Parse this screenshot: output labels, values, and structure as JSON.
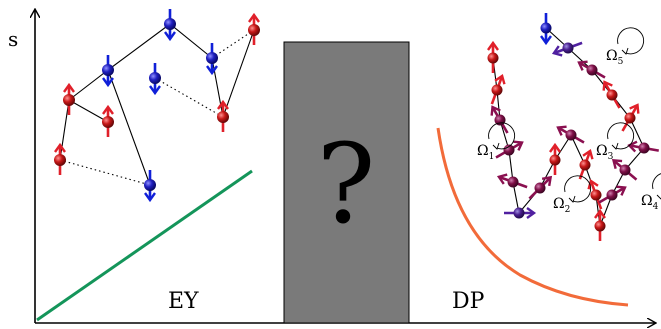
{
  "axis": {
    "y_label": "s"
  },
  "left_panel": {
    "label": "EY",
    "line_color": "#14955a"
  },
  "middle_panel": {
    "symbol": "?",
    "fill": "#7a7a7a"
  },
  "right_panel": {
    "label": "DP",
    "curve_color": "#f26b3a",
    "omegas": [
      {
        "base": "Ω",
        "sub": "1"
      },
      {
        "base": "Ω",
        "sub": "2"
      },
      {
        "base": "Ω",
        "sub": "3"
      },
      {
        "base": "Ω",
        "sub": "4"
      },
      {
        "base": "Ω",
        "sub": "5"
      }
    ]
  },
  "colors": {
    "spin_up": "#e0202a",
    "spin_down": "#1020d8",
    "mixed": "#8a1050",
    "axis": "#000000"
  }
}
